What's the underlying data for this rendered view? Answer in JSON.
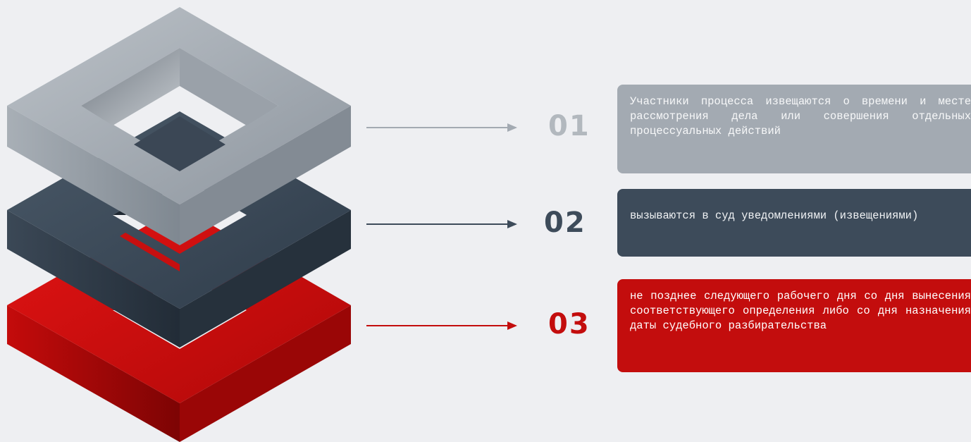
{
  "steps": [
    {
      "number": "01",
      "text": "Участники процесса извещаются о времени и месте рассмотрения дела или совершения отдельных процессуальных действий",
      "color": "#a3aab2"
    },
    {
      "number": "02",
      "text": "вызываются в суд уведомлениями (извещениями)",
      "color": "#3d4b5a"
    },
    {
      "number": "03",
      "text": "не позднее следующего рабочего дня со дня вынесения соответствующего определения либо со дня назначения даты судебного разбирательства",
      "color": "#c30d0d"
    }
  ]
}
